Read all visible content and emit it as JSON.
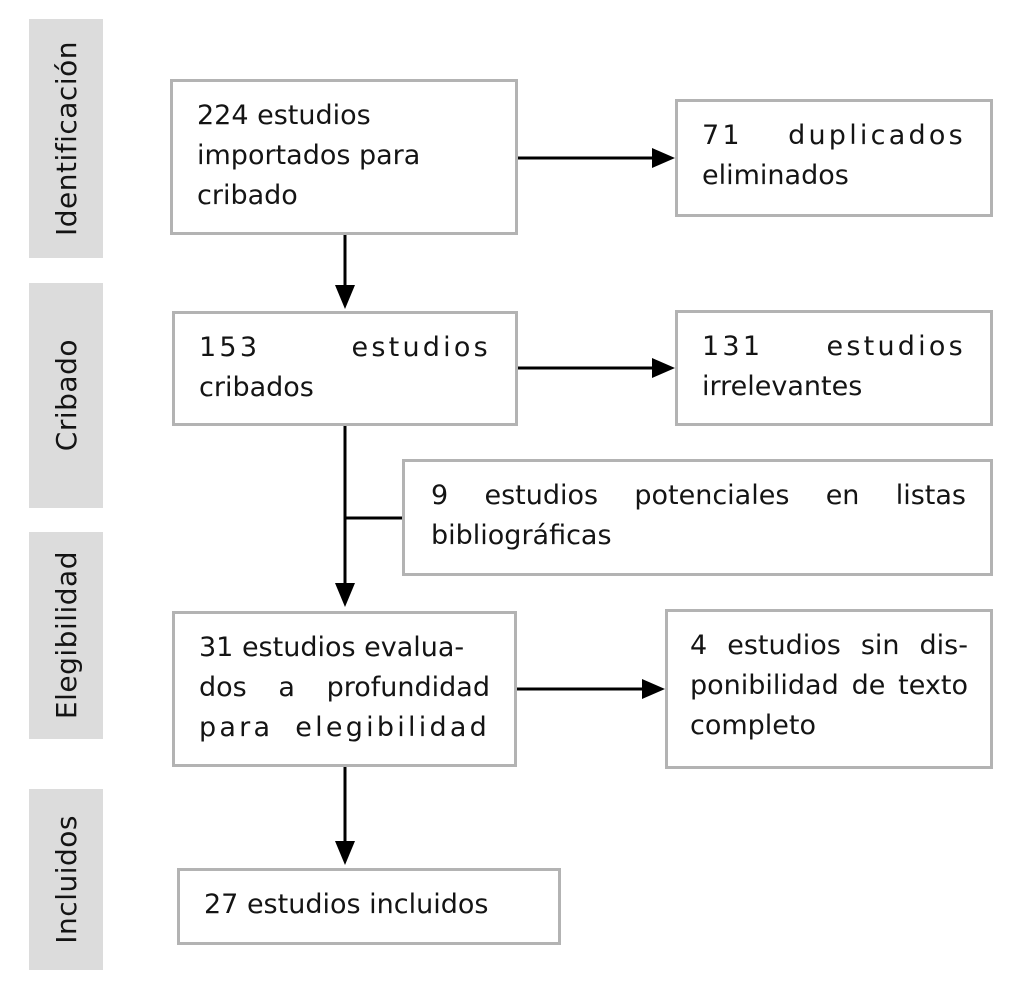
{
  "diagram": {
    "language": "es",
    "kind": "prisma-flow",
    "colors": {
      "stage_bar_fill": "#dcdcdc",
      "box_border": "#b3b3b3",
      "arrow": "#000000",
      "text": "#141414",
      "background": "#ffffff"
    },
    "stages": [
      {
        "label": "Identificación"
      },
      {
        "label": "Cribado"
      },
      {
        "label": "Elegibilidad"
      },
      {
        "label": "Incluidos"
      }
    ],
    "boxes": {
      "imported": {
        "count": 224,
        "lines": [
          "224 estudios",
          "importados para",
          "cribado"
        ]
      },
      "duplicates": {
        "count": 71,
        "lines": [
          "71 duplicados",
          "eliminados"
        ]
      },
      "screened": {
        "count": 153,
        "lines": [
          "153 estudios",
          "cribados"
        ]
      },
      "irrelevant": {
        "count": 131,
        "lines": [
          "131 estudios",
          "irrelevantes"
        ]
      },
      "references": {
        "count": 9,
        "lines": [
          "9 estudios potenciales en listas",
          "bibliográficas"
        ]
      },
      "assessed": {
        "count": 31,
        "lines": [
          "31 estudios evalua-",
          "dos a profundidad",
          "para elegibilidad"
        ]
      },
      "nofulltext": {
        "count": 4,
        "lines": [
          "4 estudios sin dis-",
          "ponibilidad de texto",
          "completo"
        ]
      },
      "included": {
        "count": 27,
        "lines": [
          "27 estudios incluidos"
        ]
      }
    }
  }
}
